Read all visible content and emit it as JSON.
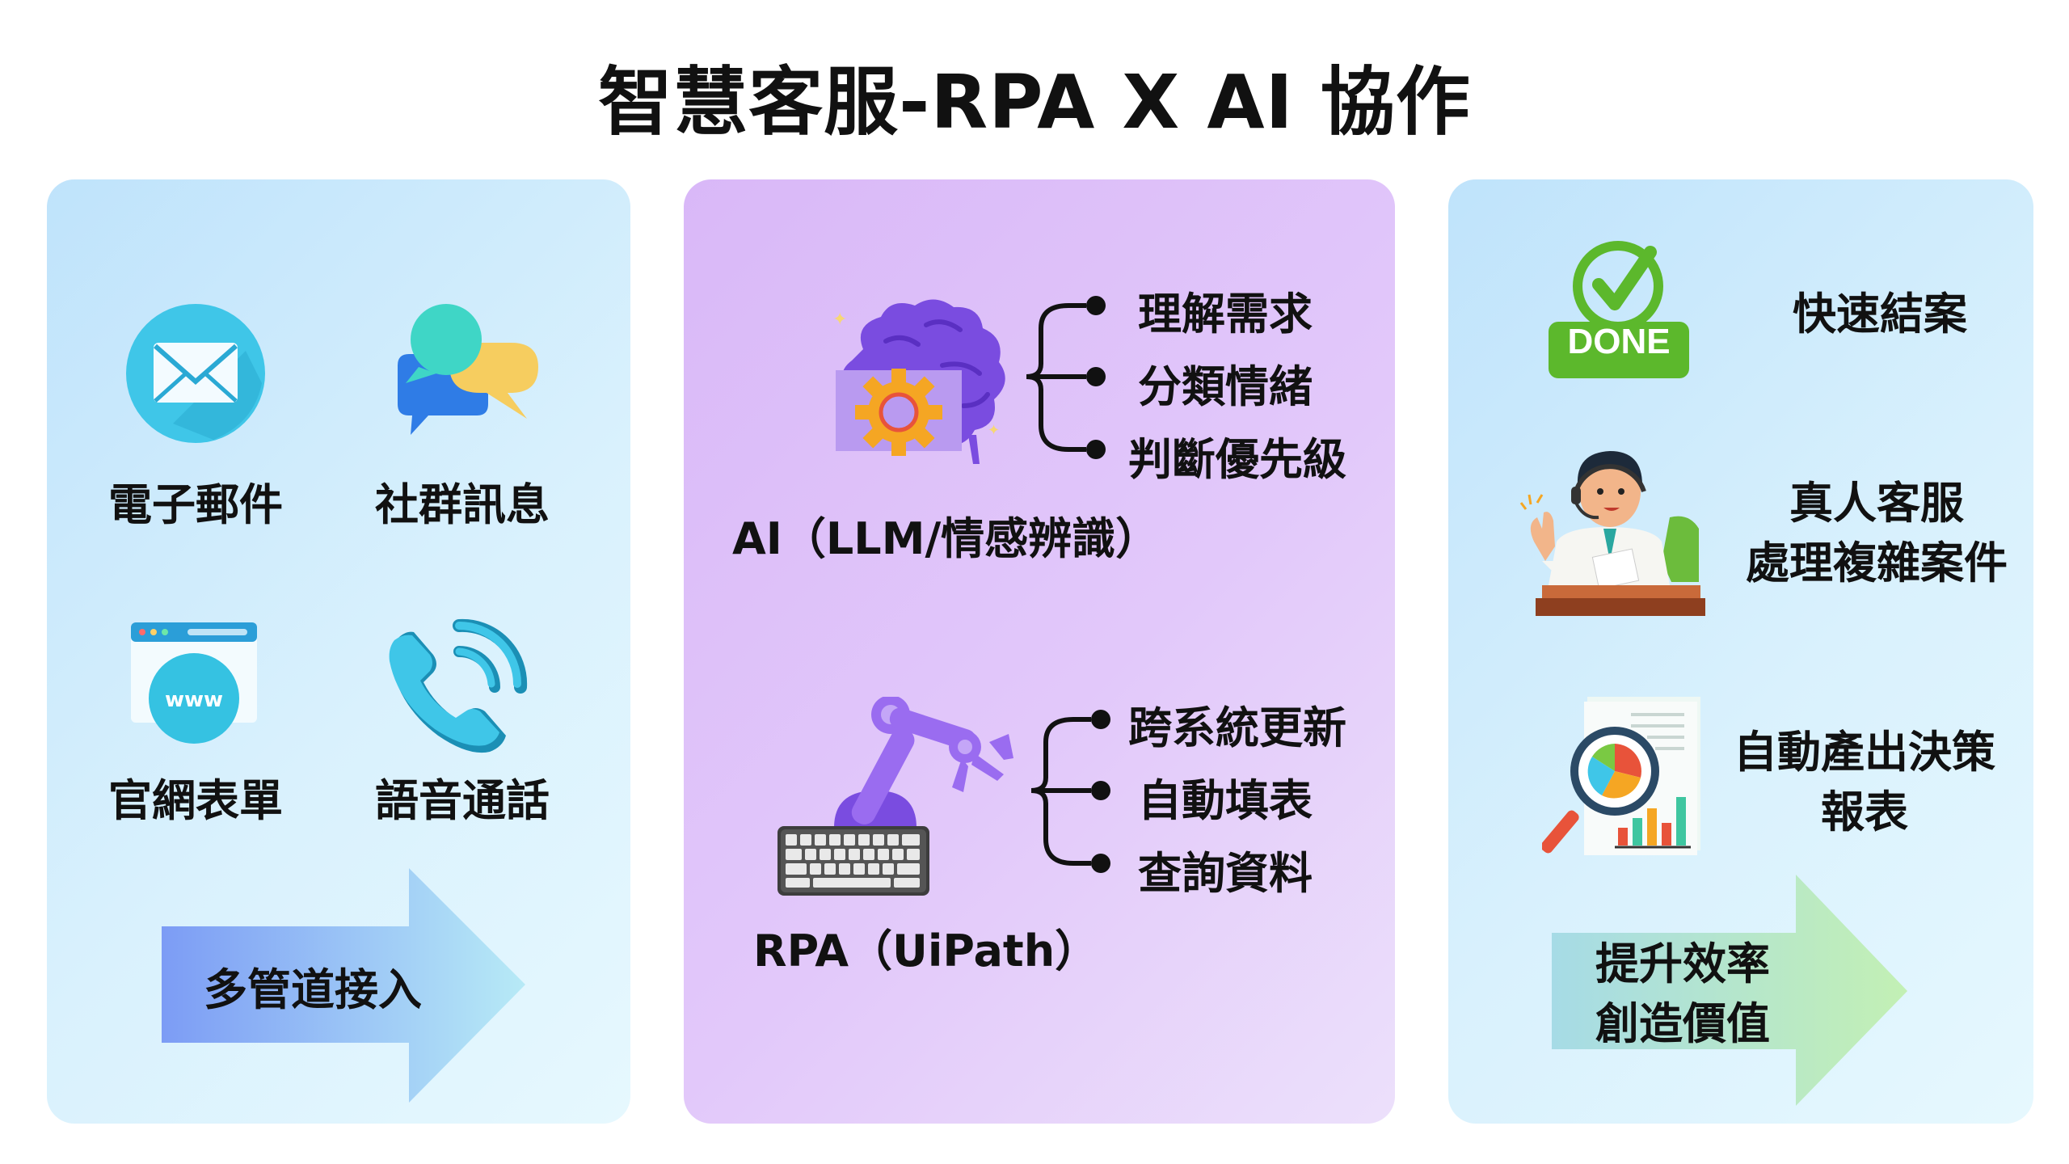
{
  "title": "智慧客服-RPA X AI 協作",
  "left": {
    "channels": [
      {
        "label": "電子郵件",
        "icon": "email-icon"
      },
      {
        "label": "社群訊息",
        "icon": "chat-bubbles-icon"
      },
      {
        "label": "官網表單",
        "icon": "website-globe-icon"
      },
      {
        "label": "語音通話",
        "icon": "phone-call-icon"
      }
    ],
    "arrow_label": "多管道接入"
  },
  "middle": {
    "ai": {
      "label": "AI（LLM/情感辨識）",
      "icon": "brain-gear-icon",
      "items": [
        "理解需求",
        "分類情緒",
        "判斷優先級"
      ]
    },
    "rpa": {
      "label": "RPA（UiPath）",
      "icon": "robot-arm-keyboard-icon",
      "items": [
        "跨系統更新",
        "自動填表",
        "查詢資料"
      ]
    }
  },
  "right": {
    "done_badge": "DONE",
    "outcomes": [
      {
        "line1": "快速結案",
        "line2": "",
        "icon": "done-check-icon"
      },
      {
        "line1": "真人客服",
        "line2": "處理複雜案件",
        "icon": "support-agent-icon"
      },
      {
        "line1": "自動產出決策",
        "line2": "報表",
        "icon": "report-magnifier-icon"
      }
    ],
    "arrow_line1": "提升效率",
    "arrow_line2": "創造價值"
  },
  "colors": {
    "panel_blue": "#d9f1fd",
    "panel_purple": "#e2c8fa",
    "arrow_left": "#7c9cf5",
    "arrow_right": "#a9e0b4",
    "brain_purple": "#7a4ce0",
    "gear_orange": "#f5a623",
    "done_green": "#5cb82c"
  }
}
